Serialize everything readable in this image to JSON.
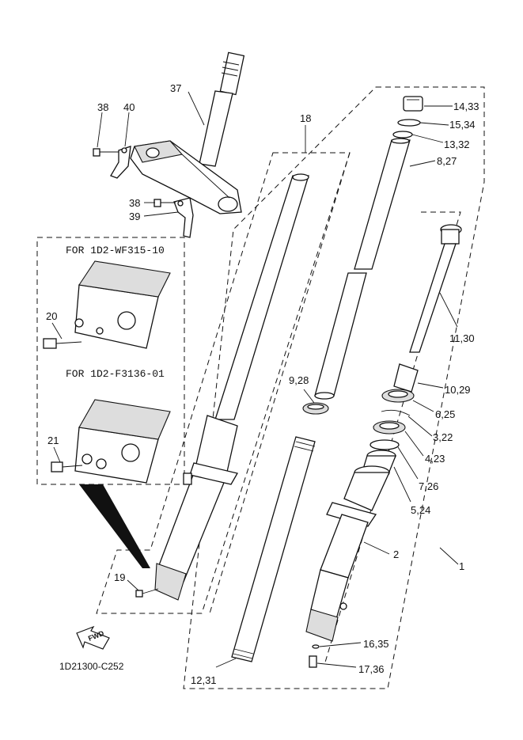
{
  "diagram": {
    "variant_notes": [
      "FOR 1D2-WF315-10",
      "FOR 1D2-F3136-01"
    ],
    "fwd_badge": "FWD",
    "drawing_code": "1D21300-C252",
    "labels": {
      "p37": "37",
      "p38a": "38",
      "p40": "40",
      "p38b": "38",
      "p39": "39",
      "p18": "18",
      "p20": "20",
      "p21": "21",
      "p19": "19",
      "p14_33": "14,33",
      "p15_34": "15,34",
      "p13_32": "13,32",
      "p8_27": "8,27",
      "p11_30": "11,30",
      "p10_29": "10,29",
      "p9_28": "9,28",
      "p6_25": "6,25",
      "p3_22": "3,22",
      "p4_23": "4,23",
      "p7_26": "7,26",
      "p5_24": "5,24",
      "p2": "2",
      "p1": "1",
      "p16_35": "16,35",
      "p17_36": "17,36",
      "p12_31": "12,31"
    }
  }
}
